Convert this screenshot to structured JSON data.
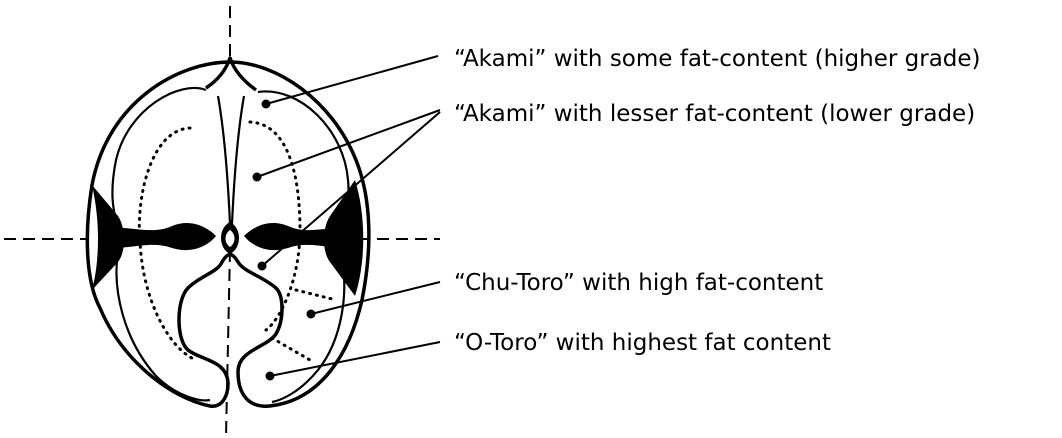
{
  "labels": {
    "akami_higher": "“Akami” with some fat-content (higher grade)",
    "akami_lower": "“Akami” with lesser fat-content (lower grade)",
    "chu_toro": "“Chu-Toro” with high fat-content",
    "o_toro": "“O-Toro” with highest fat content"
  },
  "colors": {
    "ink": "#000000",
    "background": "#ffffff"
  }
}
